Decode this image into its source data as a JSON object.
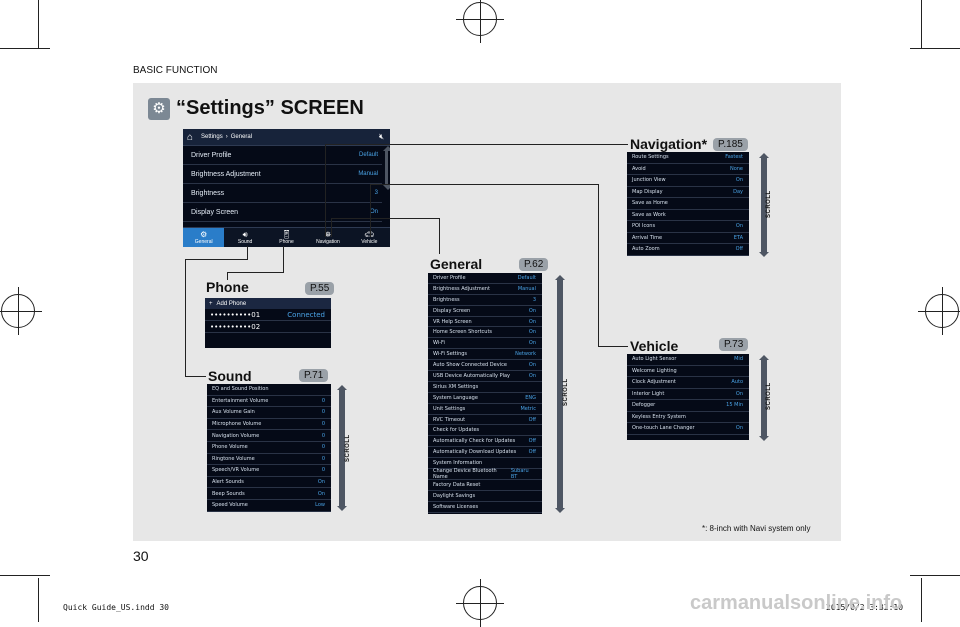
{
  "header": {
    "section": "BASIC FUNCTION"
  },
  "page_number": "30",
  "footer": {
    "file": "Quick Guide_US.indd  30",
    "timestamp": "2015/0/2  3:32:10",
    "watermark": "carmanualsonline.info"
  },
  "title": "“Settings” SCREEN",
  "footnote": "*: 8-inch with Navi system only",
  "main_screen": {
    "breadcrumb_root": "Settings",
    "breadcrumb_current": "General",
    "rows": [
      {
        "label": "Driver Profile",
        "value": "Default"
      },
      {
        "label": "Brightness Adjustment",
        "value": "Manual"
      },
      {
        "label": "Brightness",
        "value": "3"
      },
      {
        "label": "Display Screen",
        "value": "On"
      }
    ],
    "tabs": [
      "General",
      "Sound",
      "Phone",
      "Navigation",
      "Vehicle"
    ]
  },
  "navigation": {
    "heading": "Navigation*",
    "ref": "P.185",
    "scroll": "SCROLL",
    "rows": [
      {
        "label": "Route Settings",
        "value": "Fastest"
      },
      {
        "label": "Avoid",
        "value": "None"
      },
      {
        "label": "Junction View",
        "value": "On"
      },
      {
        "label": "Map Display",
        "value": "Day"
      },
      {
        "label": "Save as Home",
        "value": ""
      },
      {
        "label": "Save as Work",
        "value": ""
      },
      {
        "label": "POI Icons",
        "value": "On"
      },
      {
        "label": "Arrival Time",
        "value": "ETA"
      },
      {
        "label": "Auto Zoom",
        "value": "Off"
      }
    ]
  },
  "phone": {
    "heading": "Phone",
    "ref": "P.55",
    "add": "Add Phone",
    "rows": [
      {
        "label": "••••••••••01",
        "value": "Connected"
      },
      {
        "label": "••••••••••02",
        "value": ""
      }
    ]
  },
  "general": {
    "heading": "General",
    "ref": "P.62",
    "scroll": "SCROLL",
    "rows": [
      {
        "label": "Driver Profile",
        "value": "Default"
      },
      {
        "label": "Brightness Adjustment",
        "value": "Manual"
      },
      {
        "label": "Brightness",
        "value": "3"
      },
      {
        "label": "Display Screen",
        "value": "On"
      },
      {
        "label": "VR Help Screen",
        "value": "On"
      },
      {
        "label": "Home Screen Shortcuts",
        "value": "On"
      },
      {
        "label": "Wi-Fi",
        "value": "On"
      },
      {
        "label": "Wi-Fi Settings",
        "value": "Network"
      },
      {
        "label": "Auto Show Connected Device",
        "value": "On"
      },
      {
        "label": "USB Device Automatically Play",
        "value": "On"
      },
      {
        "label": "Sirius XM Settings",
        "value": ""
      },
      {
        "label": "System Language",
        "value": "ENG"
      },
      {
        "label": "Unit Settings",
        "value": "Metric"
      },
      {
        "label": "RVC Timeout",
        "value": "Off"
      },
      {
        "label": "Check for Updates",
        "value": ""
      },
      {
        "label": "Automatically Check for Updates",
        "value": "Off"
      },
      {
        "label": "Automatically Download Updates",
        "value": "Off"
      },
      {
        "label": "System Information",
        "value": ""
      },
      {
        "label": "Change Device Bluetooth Name",
        "value": "Subaru BT"
      },
      {
        "label": "Factory Data Reset",
        "value": ""
      },
      {
        "label": "Daylight Savings",
        "value": ""
      },
      {
        "label": "Software Licenses",
        "value": ""
      }
    ]
  },
  "vehicle": {
    "heading": "Vehicle",
    "ref": "P.73",
    "scroll": "SCROLL",
    "rows": [
      {
        "label": "Auto Light Sensor",
        "value": "Mid"
      },
      {
        "label": "Welcome Lighting",
        "value": ""
      },
      {
        "label": "Clock Adjustment",
        "value": "Auto"
      },
      {
        "label": "Interior Light",
        "value": "On"
      },
      {
        "label": "Defogger",
        "value": "15 Min"
      },
      {
        "label": "Keyless Entry System",
        "value": ""
      },
      {
        "label": "One-touch Lane Changer",
        "value": "On"
      }
    ]
  },
  "sound": {
    "heading": "Sound",
    "ref": "P.71",
    "scroll": "SCROLL",
    "rows": [
      {
        "label": "EQ and Sound Position",
        "value": ""
      },
      {
        "label": "Entertainment Volume",
        "value": "0"
      },
      {
        "label": "Aux Volume Gain",
        "value": "0"
      },
      {
        "label": "Microphone Volume",
        "value": "0"
      },
      {
        "label": "Navigation Volume",
        "value": "0"
      },
      {
        "label": "Phone Volume",
        "value": "0"
      },
      {
        "label": "Ringtone Volume",
        "value": "0"
      },
      {
        "label": "Speech/VR Volume",
        "value": "0"
      },
      {
        "label": "Alert Sounds",
        "value": "On"
      },
      {
        "label": "Beep Sounds",
        "value": "On"
      },
      {
        "label": "Speed Volume",
        "value": "Low"
      }
    ]
  }
}
